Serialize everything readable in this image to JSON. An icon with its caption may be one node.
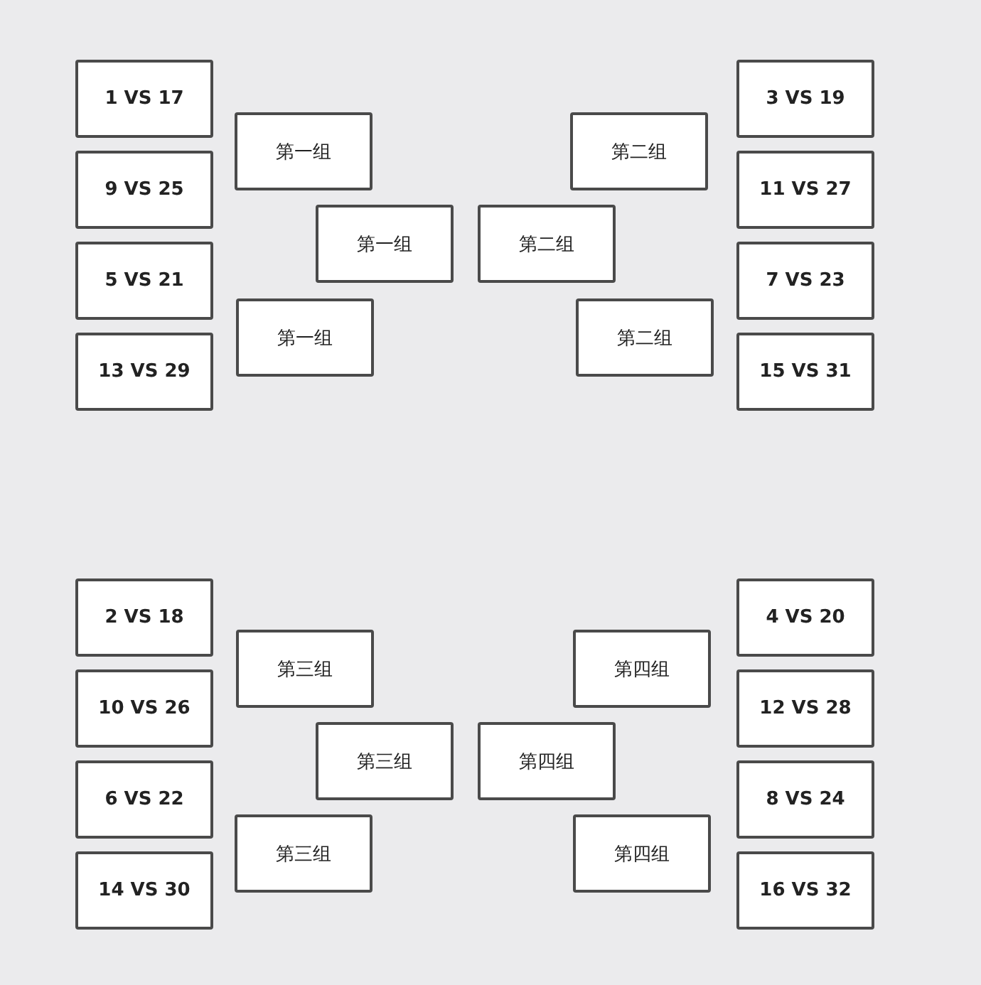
{
  "diagram": {
    "nodes": [
      {
        "text": [
          "1 VS 17"
        ]
      },
      {
        "text": [
          "3 VS 19"
        ]
      },
      {
        "text": [
          "第一组"
        ]
      },
      {
        "text": [
          "第二组"
        ]
      },
      {
        "text": [
          "9 VS 25"
        ]
      },
      {
        "text": [
          "11 VS 27"
        ]
      },
      {
        "text": [
          "第一组"
        ]
      },
      {
        "text": [
          "第二组"
        ]
      },
      {
        "text": [
          "5 VS 21"
        ]
      },
      {
        "text": [
          "7 VS 23"
        ]
      },
      {
        "text": [
          "第一组"
        ]
      },
      {
        "text": [
          "第二组"
        ]
      },
      {
        "text": [
          "13 VS 29"
        ]
      },
      {
        "text": [
          "15 VS 31"
        ]
      },
      {
        "text": [
          "2 VS 18"
        ]
      },
      {
        "text": [
          "4 VS 20"
        ]
      },
      {
        "text": [
          "第三组"
        ]
      },
      {
        "text": [
          "第四组"
        ]
      },
      {
        "text": [
          "10 VS 26"
        ]
      },
      {
        "text": [
          "12 VS 28"
        ]
      },
      {
        "text": [
          "第三组"
        ]
      },
      {
        "text": [
          "第四组"
        ]
      },
      {
        "text": [
          "6 VS 22"
        ]
      },
      {
        "text": [
          "8 VS 24"
        ]
      },
      {
        "text": [
          "第三组"
        ]
      },
      {
        "text": [
          "第四组"
        ]
      },
      {
        "text": [
          "14 VS 30"
        ]
      },
      {
        "text": [
          "16 VS 32"
        ]
      }
    ]
  }
}
